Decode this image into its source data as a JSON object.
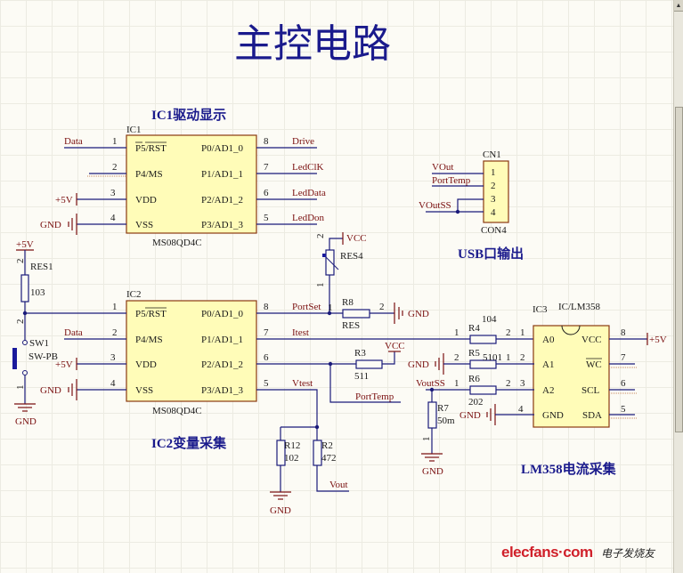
{
  "title": "主控电路",
  "sections": {
    "ic1_label": "IC1驱动显示",
    "ic2_label": "IC2变量采集",
    "usb_label": "USB口输出",
    "lm358_label": "LM358电流采集"
  },
  "ic1": {
    "designator": "IC1",
    "part": "MS08QD4C",
    "left_pins": [
      {
        "num": "1",
        "name": "P5/RST",
        "net": "Data"
      },
      {
        "num": "2",
        "name": "P4/MS",
        "net": ""
      },
      {
        "num": "3",
        "name": "VDD",
        "net": "+5V"
      },
      {
        "num": "4",
        "name": "VSS",
        "net": "GND"
      }
    ],
    "right_pins": [
      {
        "num": "8",
        "name": "P0/AD1_0",
        "net": "Drive"
      },
      {
        "num": "7",
        "name": "P1/AD1_1",
        "net": "LedClK"
      },
      {
        "num": "6",
        "name": "P2/AD1_2",
        "net": "LedData"
      },
      {
        "num": "5",
        "name": "P3/AD1_3",
        "net": "LedDon"
      }
    ]
  },
  "ic2": {
    "designator": "IC2",
    "part": "MS08QD4C",
    "left_pins": [
      {
        "num": "1",
        "name": "P5/RST",
        "net": ""
      },
      {
        "num": "2",
        "name": "P4/MS",
        "net": "Data"
      },
      {
        "num": "3",
        "name": "VDD",
        "net": "+5V"
      },
      {
        "num": "4",
        "name": "VSS",
        "net": "GND"
      }
    ],
    "right_pins": [
      {
        "num": "8",
        "name": "P0/AD1_0",
        "net": "PortSet"
      },
      {
        "num": "7",
        "name": "P1/AD1_1",
        "net": "Itest"
      },
      {
        "num": "6",
        "name": "P2/AD1_2",
        "net": ""
      },
      {
        "num": "5",
        "name": "P3/AD1_3",
        "net": "Vtest"
      }
    ]
  },
  "ic3": {
    "designator": "IC3",
    "part": "IC/LM358",
    "left_pins": [
      {
        "num": "1",
        "name": "A0"
      },
      {
        "num": "2",
        "name": "A1"
      },
      {
        "num": "3",
        "name": "A2"
      },
      {
        "num": "4",
        "name": "GND"
      }
    ],
    "right_pins": [
      {
        "num": "8",
        "name": "VCC",
        "net": "+5V"
      },
      {
        "num": "7",
        "name": "WC"
      },
      {
        "num": "6",
        "name": "SCL"
      },
      {
        "num": "5",
        "name": "SDA"
      }
    ]
  },
  "cn1": {
    "designator": "CN1",
    "part": "CON4",
    "pins": [
      "1",
      "2",
      "3",
      "4"
    ],
    "nets": [
      "VOut",
      "PortTemp",
      "VOutSS"
    ]
  },
  "components": {
    "res1": {
      "ref": "RES1",
      "value": "103",
      "pin_top": "2",
      "pin_bottom": "2"
    },
    "sw1": {
      "ref": "SW1",
      "value": "SW-PB",
      "pin": "1"
    },
    "res4": {
      "ref": "RES4",
      "pin_top": "2",
      "pin_bottom": "1"
    },
    "r8": {
      "ref": "R8",
      "value": "RES",
      "pin1": "1",
      "pin2": "2"
    },
    "r3": {
      "ref": "R3",
      "value": "511"
    },
    "r4": {
      "ref": "R4",
      "value": "104",
      "pin1": "1",
      "pin2": "2"
    },
    "r5": {
      "ref": "R5",
      "value": "5101",
      "pin1": "1",
      "pin2": "2"
    },
    "r6": {
      "ref": "R6",
      "value": "202",
      "pin1": "1",
      "pin2": "2"
    },
    "r7": {
      "ref": "R7",
      "value": "50m",
      "pin": "1"
    },
    "r12": {
      "ref": "R12",
      "value": "102"
    },
    "r2": {
      "ref": "R2",
      "value": "472"
    }
  },
  "nets": {
    "vcc": "VCC",
    "gnd": "GND",
    "p5v": "+5V",
    "porttemp": "PortTemp",
    "voutss": "VoutSS",
    "vout": "Vout"
  },
  "watermark": {
    "site": "elecfans·com",
    "cn": "电子发烧友"
  },
  "colors": {
    "wire": "#1a1a7a",
    "chip_fill": "#fffcb8",
    "chip_border": "#8a3a10",
    "net_label": "#7a1010",
    "title": "#1a1a8c",
    "grid": "#ecebe2",
    "background": "#fcfbf5"
  }
}
